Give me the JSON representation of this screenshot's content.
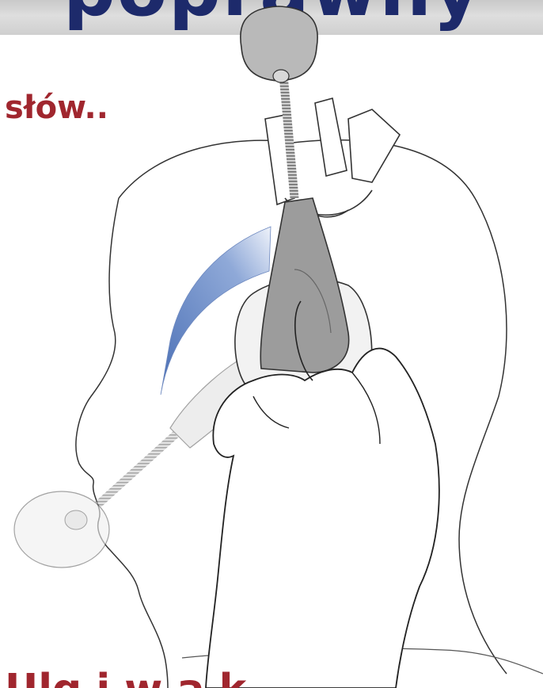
{
  "banner": {
    "text": "poprawny",
    "background": "#d3d3d3",
    "text_color": "#1d2a6b"
  },
  "heading": {
    "text": "słów..",
    "color": "#a0262e"
  },
  "footer": {
    "text": "Ulg  i  w  a  k",
    "color": "#a0262e"
  },
  "illustration": {
    "subject": "head-profile-with-headset",
    "motion_arrow_color": "#5b7fc0"
  }
}
